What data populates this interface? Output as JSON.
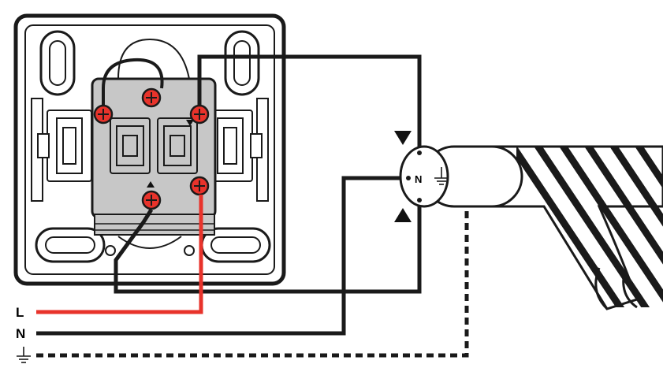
{
  "labels": {
    "live": "L",
    "neutral": "N",
    "plug_neutral": "N"
  },
  "colors": {
    "live_wire": "#e8332b",
    "neutral_wire": "#111111",
    "earth_wire": "#111111",
    "socket_body": "#c7c7c7",
    "terminal": "#e8332b",
    "frame": "#222222",
    "background": "#ffffff"
  },
  "icons": {
    "earth": "earth-ground-icon",
    "arrow_down": "triangle-down-icon",
    "arrow_up": "triangle-up-icon"
  }
}
